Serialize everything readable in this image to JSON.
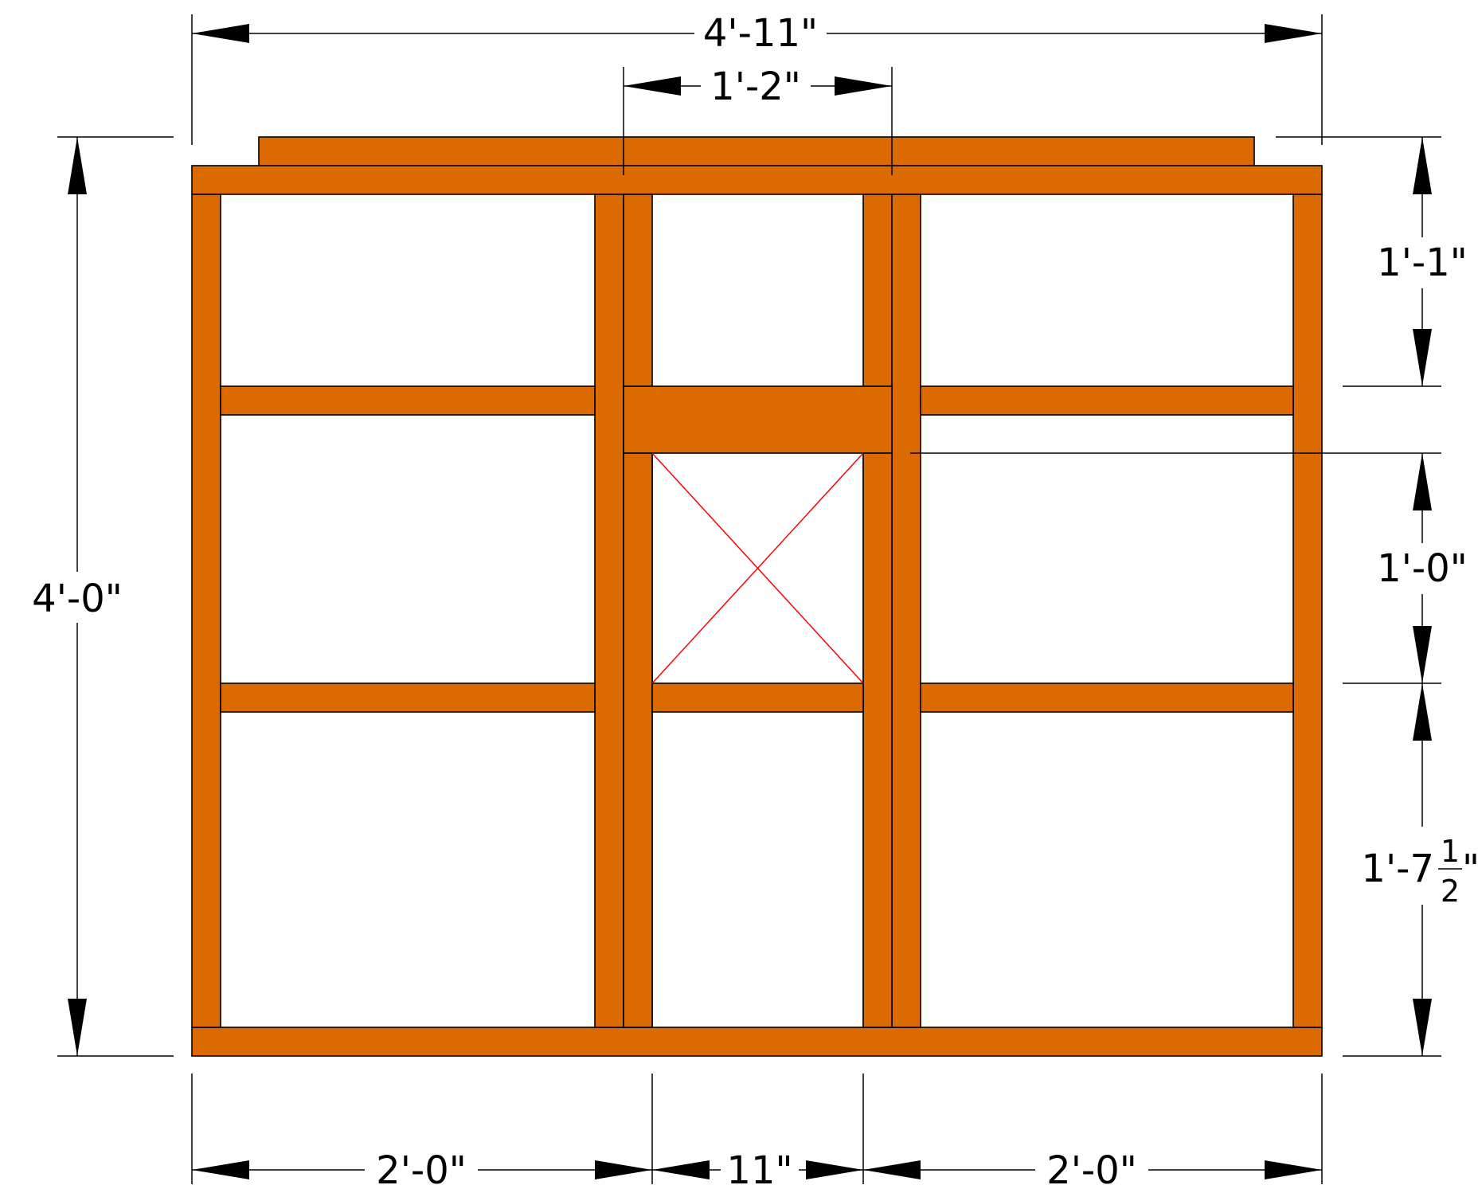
{
  "colors": {
    "lumber": "#DB6B00",
    "outline": "#000000",
    "opening_cross": "#FF0000",
    "background": "#FFFFFF"
  },
  "dimensions": {
    "overall_width": "4'-11\"",
    "center_bay_width": "1'-2\"",
    "overall_height": "4'-0\"",
    "top_to_upper_rail": "1'-1\"",
    "opening_height": "1'-0\"",
    "lower_rail_to_bottom_whole": "1'-7",
    "lower_rail_to_bottom_num": "1",
    "lower_rail_to_bottom_den": "2",
    "lower_rail_to_bottom_inch": "\"",
    "left_bay_width": "2'-0\"",
    "opening_width": "11\"",
    "right_bay_width": "2'-0\""
  }
}
